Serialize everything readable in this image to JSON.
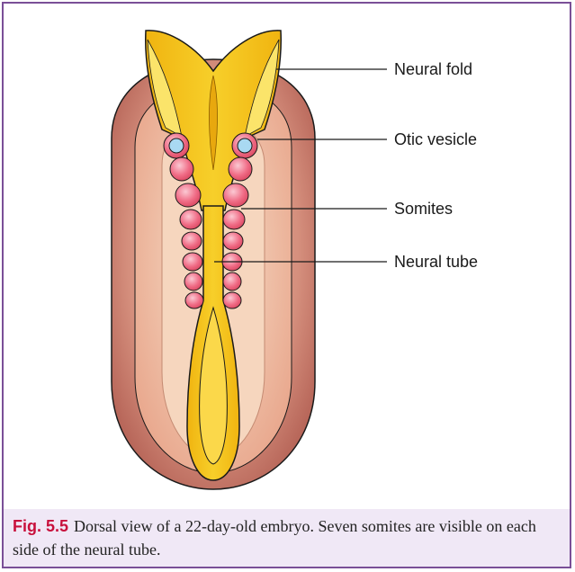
{
  "figure": {
    "labels": {
      "neural_fold": "Neural fold",
      "otic_vesicle": "Otic vesicle",
      "somites": "Somites",
      "neural_tube": "Neural tube"
    },
    "caption": {
      "number": "Fig. 5.5",
      "text": "Dorsal view of a 22-day-old embryo. Seven somites are visible on each side of the neural tube."
    }
  },
  "colors": {
    "frame_border": "#7a4f97",
    "caption_background": "#f0e8f6",
    "figure_number": "#c8103c",
    "embryo_outer": "#cf8a78",
    "neural_yellow": "#f4c21c",
    "somite_pink": "#ef5f7a",
    "otic_blue": "#a9d9f2"
  }
}
